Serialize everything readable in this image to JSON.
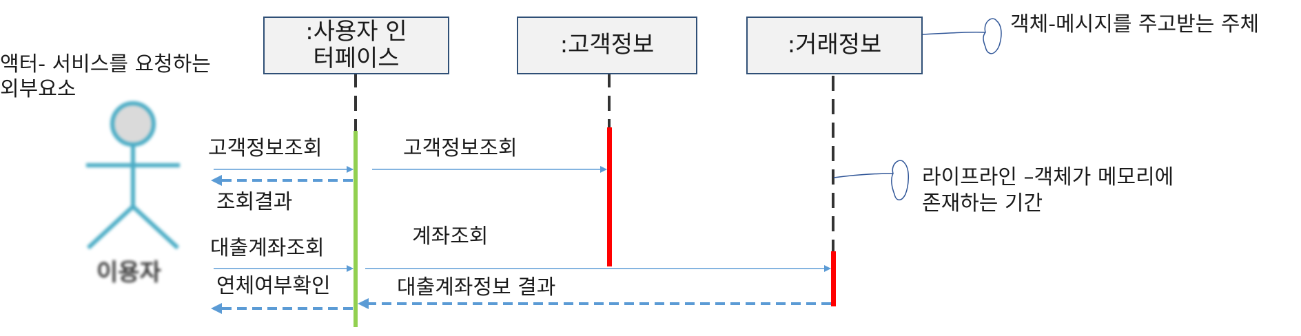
{
  "objects": {
    "user_interface": ":사용자 인\n터페이스",
    "customer_info": ":고객정보",
    "transaction_info": ":거래정보"
  },
  "actor": {
    "label": "이용자",
    "note_line1": "액터- 서비스를 요청하는",
    "note_line2": "외부요소"
  },
  "notes": {
    "object_note": "객체-메시지를 주고받는 주체",
    "lifeline_note_line1": "라이프라인 –객체가 메모리에",
    "lifeline_note_line2": "존재하는 기간"
  },
  "messages": {
    "m1": "고객정보조회",
    "m2": "고객정보조회",
    "m3": "조회결과",
    "m4": "대출계좌조회",
    "m5": "계좌조회",
    "m6": "연체여부확인",
    "m7": "대출계좌정보 결과"
  },
  "colors": {
    "object_border": "#2f4f76",
    "lifeline": "#333333",
    "activation_ui": "#92d050",
    "activation_other": "#ff0000",
    "message": "#5b9bd5",
    "actor": "#4aacc5"
  }
}
